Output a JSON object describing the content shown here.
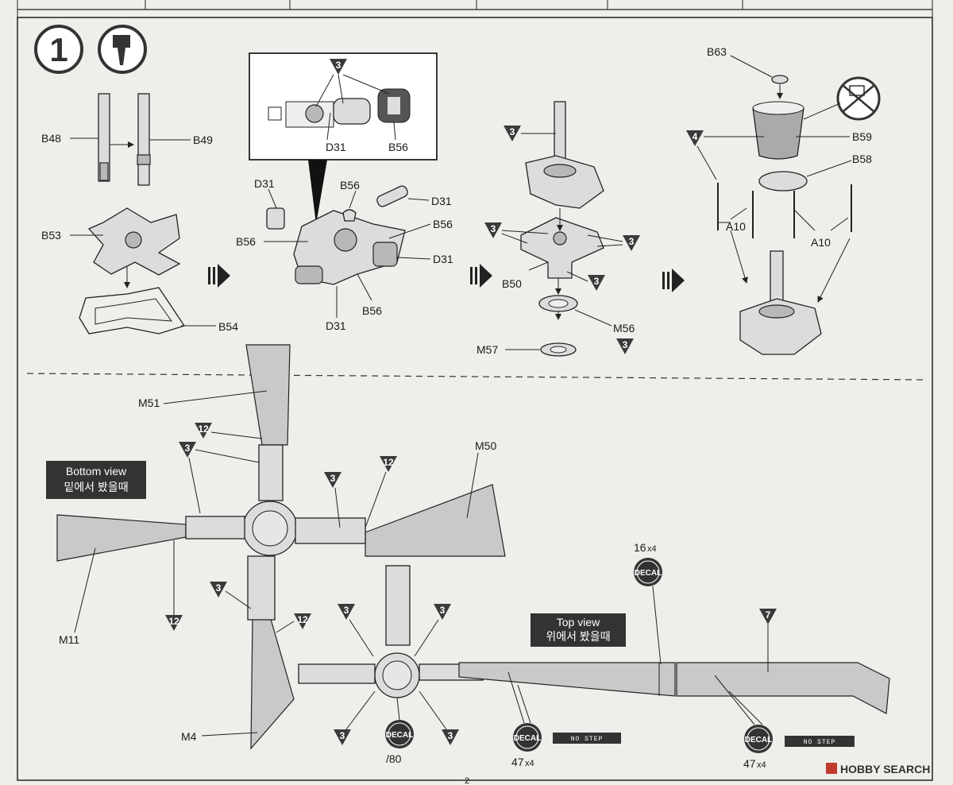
{
  "step": {
    "number": "1",
    "tool_icon": "cement-tube-icon"
  },
  "labels": {
    "b48": "B48",
    "b49": "B49",
    "b53": "B53",
    "b54": "B54",
    "d31_a": "D31",
    "d31_b": "D31",
    "d31_c": "D31",
    "d31_d": "D31",
    "d31_e": "D31",
    "b56_a": "B56",
    "b56_b": "B56",
    "b56_c": "B56",
    "b56_d": "B56",
    "b56_e": "B56",
    "b50": "B50",
    "m56": "M56",
    "m57": "M57",
    "b63": "B63",
    "b59": "B59",
    "b58": "B58",
    "a10_a": "A10",
    "a10_b": "A10",
    "m51": "M51",
    "m50": "M50",
    "m11": "M11",
    "m4": "M4"
  },
  "color_callouts": {
    "c3": "3",
    "c4": "4",
    "c7": "7",
    "c12": "12"
  },
  "views": {
    "bottom_en": "Bottom view",
    "bottom_ko": "밑에서 봤을때",
    "top_en": "Top view",
    "top_ko": "위에서 봤을때"
  },
  "decals": {
    "label": "DECAL",
    "d16": "16",
    "d16_mult": "x4",
    "d47a": "47",
    "d47a_mult": "x4",
    "d47b": "47",
    "d47b_mult": "x4",
    "d80": "/80",
    "no_step": "NO STEP"
  },
  "page_number": "2",
  "watermark": "HOBBY SEARCH",
  "colors": {
    "paper": "#eeeeea",
    "ink": "#1a1a1a",
    "callout": "#3a3a3a",
    "part": "#dcdcdc"
  }
}
